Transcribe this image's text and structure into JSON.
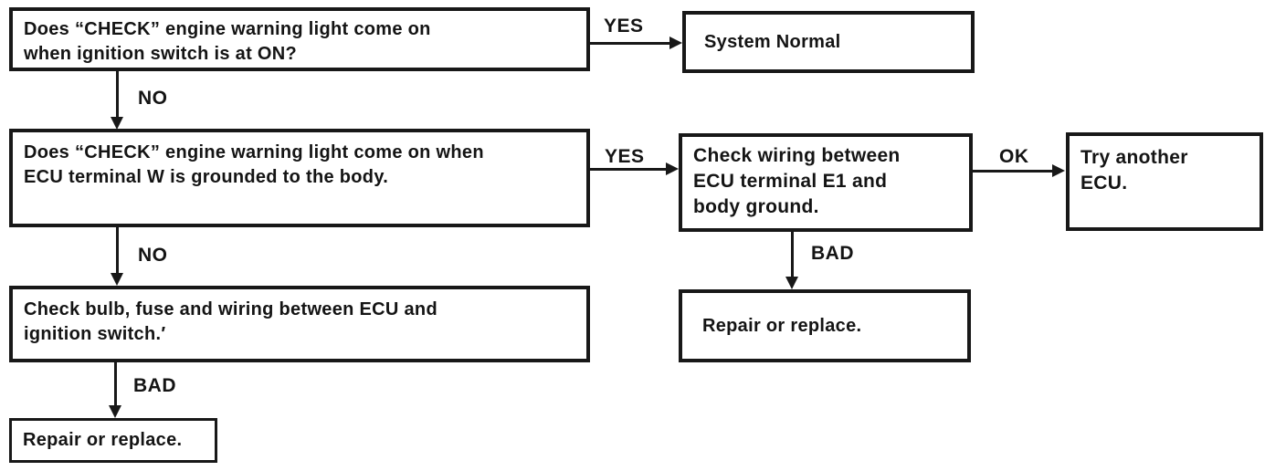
{
  "diagram": {
    "type": "flowchart",
    "colors": {
      "background": "#ffffff",
      "line": "#181818",
      "text": "#141414"
    },
    "nodes": [
      {
        "id": "q1-check-light-ignition",
        "lines": [
          "Does “CHECK” engine warning light come on",
          "when ignition switch is at ON?"
        ]
      },
      {
        "id": "system-normal",
        "lines": [
          "System Normal"
        ]
      },
      {
        "id": "q2-check-light-terminal-w",
        "lines": [
          "Does “CHECK” engine warning light come on when",
          "ECU terminal W is grounded to the body."
        ]
      },
      {
        "id": "check-wiring-e1",
        "lines": [
          "Check wiring between",
          "ECU terminal E1 and",
          "body ground."
        ]
      },
      {
        "id": "try-another-ecu",
        "lines": [
          "Try another",
          "ECU."
        ]
      },
      {
        "id": "check-bulb-fuse-wiring",
        "lines": [
          "Check bulb, fuse and wiring between ECU and",
          "ignition switch.′"
        ]
      },
      {
        "id": "repair-or-replace-mid",
        "lines": [
          "Repair or replace."
        ]
      },
      {
        "id": "repair-or-replace-left",
        "lines": [
          "Repair or replace."
        ]
      }
    ],
    "edges": [
      {
        "from": "q1-check-light-ignition",
        "to": "system-normal",
        "label": "YES"
      },
      {
        "from": "q1-check-light-ignition",
        "to": "q2-check-light-terminal-w",
        "label": "NO"
      },
      {
        "from": "q2-check-light-terminal-w",
        "to": "check-wiring-e1",
        "label": "YES"
      },
      {
        "from": "q2-check-light-terminal-w",
        "to": "check-bulb-fuse-wiring",
        "label": "NO"
      },
      {
        "from": "check-wiring-e1",
        "to": "try-another-ecu",
        "label": "OK"
      },
      {
        "from": "check-wiring-e1",
        "to": "repair-or-replace-mid",
        "label": "BAD"
      },
      {
        "from": "check-bulb-fuse-wiring",
        "to": "repair-or-replace-left",
        "label": "BAD"
      }
    ]
  }
}
